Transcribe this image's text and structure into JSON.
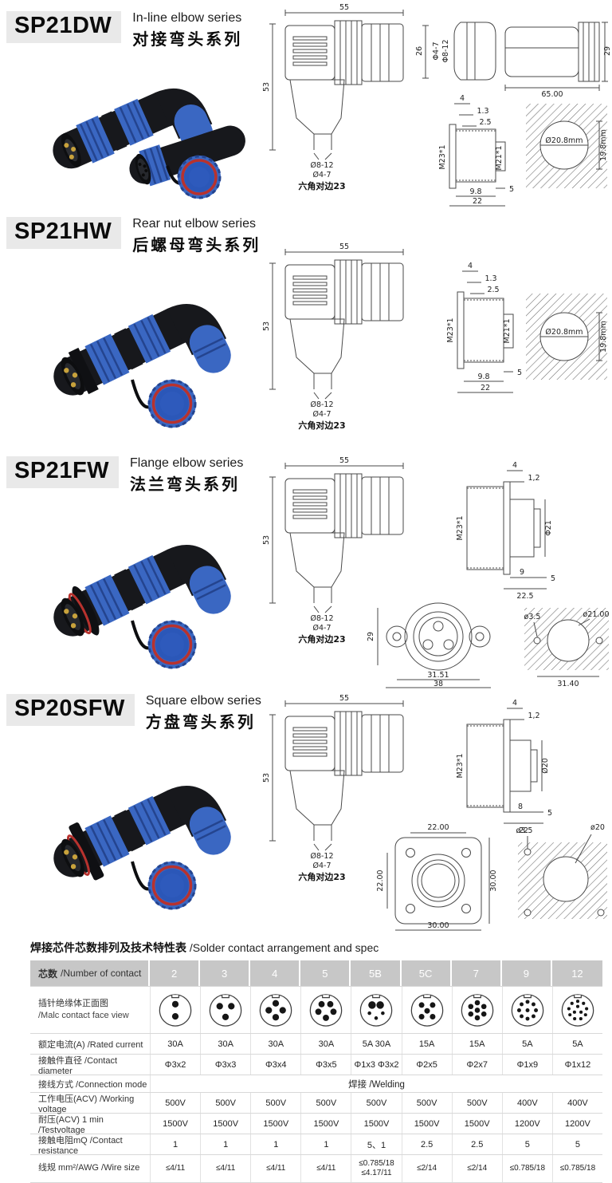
{
  "sections": [
    {
      "code": "SP21DW",
      "series_en": "In-line elbow series",
      "series_cn": "对接弯头系列",
      "dims": {
        "len": "55",
        "height": "53",
        "cable_big": "Ø8-12",
        "cable_small": "Ø4-7",
        "hex": "六角对边23",
        "plug_h": "26",
        "plug_small": "Φ4-7",
        "plug_big": "Φ8-12",
        "inline_len": "65.00",
        "inline_h": "29",
        "p4": "4",
        "p13": "1.3",
        "p25": "2.5",
        "m23": "M23*1",
        "m21": "M21*1",
        "w98": "9.8",
        "w22": "22",
        "w5": "5",
        "hole": "Ø20.8mm",
        "flat": "19.8mm"
      }
    },
    {
      "code": "SP21HW",
      "series_en": "Rear nut elbow series",
      "series_cn": "后螺母弯头系列",
      "dims": {
        "len": "55",
        "height": "53",
        "cable_big": "Ø8-12",
        "cable_small": "Ø4-7",
        "hex": "六角对边23",
        "p4": "4",
        "p13": "1.3",
        "p25": "2.5",
        "m23": "M23*1",
        "m21": "M21*1",
        "w98": "9.8",
        "w22": "22",
        "w5": "5",
        "hole": "Ø20.8mm",
        "flat": "19.8mm"
      }
    },
    {
      "code": "SP21FW",
      "series_en": "Flange elbow series",
      "series_cn": "法兰弯头系列",
      "dims": {
        "len": "55",
        "height": "53",
        "cable_big": "Ø8-12",
        "cable_small": "Ø4-7",
        "hex": "六角对边23",
        "p4": "4",
        "p12": "1,2",
        "m23": "M23*1",
        "boss": "Φ21",
        "w9": "9",
        "w5": "5",
        "w225": "22.5",
        "fl_h": "29",
        "fl_pitch": "31.51",
        "fl_w": "38",
        "cs": "ø3.5",
        "cd": "ø21.00",
        "cp": "31.40"
      }
    },
    {
      "code": "SP20SFW",
      "series_en": "Square elbow series",
      "series_cn": "方盘弯头系列",
      "dims": {
        "len": "55",
        "height": "53",
        "cable_big": "Ø8-12",
        "cable_small": "Ø4-7",
        "hex": "六角对边23",
        "p4": "4",
        "p12": "1,2",
        "m23": "M23*1",
        "boss": "Ø20",
        "w8": "8",
        "w5": "5",
        "w22": "22",
        "sq_top": "22.00",
        "sq_left": "22.00",
        "sq_right": "30.00",
        "sq_bottom": "30.00",
        "cs": "ø3.5",
        "cd": "ø20"
      }
    }
  ],
  "table": {
    "title_cn": "焊接芯件芯数排列及技术特性表",
    "title_en": "/Solder contact arrangement and spec",
    "header_label_cn": "芯数",
    "header_label_en": "/Number of contact",
    "columns": [
      "2",
      "3",
      "4",
      "5",
      "5B",
      "5C",
      "7",
      "9",
      "12"
    ],
    "face_label_cn": "插针绝缘体正面图",
    "face_label_en": "/Malc contact face view",
    "rows": [
      {
        "label": "额定电流(A)  /Rated current",
        "values": [
          "30A",
          "30A",
          "30A",
          "30A",
          "5A 30A",
          "15A",
          "15A",
          "5A",
          "5A"
        ]
      },
      {
        "label": "接触件直径  /Contact diameter",
        "values": [
          "Φ3x2",
          "Φ3x3",
          "Φ3x4",
          "Φ3x5",
          "Φ1x3 Φ3x2",
          "Φ2x5",
          "Φ2x7",
          "Φ1x9",
          "Φ1x12"
        ]
      },
      {
        "label": "接线方式  /Connection mode",
        "value": "焊接 /Welding"
      },
      {
        "label": "工作电压(ACV)  /Working voltage",
        "values": [
          "500V",
          "500V",
          "500V",
          "500V",
          "500V",
          "500V",
          "500V",
          "400V",
          "400V"
        ]
      },
      {
        "label": "耐压(ACV) 1 min  /Testvoltage",
        "values": [
          "1500V",
          "1500V",
          "1500V",
          "1500V",
          "1500V",
          "1500V",
          "1500V",
          "1200V",
          "1200V"
        ]
      },
      {
        "label": "接触电阻mQ  /Contact resistance",
        "values": [
          "1",
          "1",
          "1",
          "1",
          "5、1",
          "2.5",
          "2.5",
          "5",
          "5"
        ]
      },
      {
        "label": "线规 mm²/AWG  /Wire size",
        "values": [
          "≤4/11",
          "≤4/11",
          "≤4/11",
          "≤4/11",
          "≤0.785/18\n≤4.17/11",
          "≤2/14",
          "≤2/14",
          "≤0.785/18",
          "≤0.785/18"
        ]
      }
    ]
  },
  "colors": {
    "blue": "#3a67c2",
    "blue_dark": "#24448f",
    "cap_blue": "#2b57b8",
    "body_black": "#17181c",
    "red_ring": "#b8322e",
    "pin_gold": "#c8a23c",
    "header_gray": "#c7c7c7",
    "code_box_gray": "#e9e9e9"
  }
}
